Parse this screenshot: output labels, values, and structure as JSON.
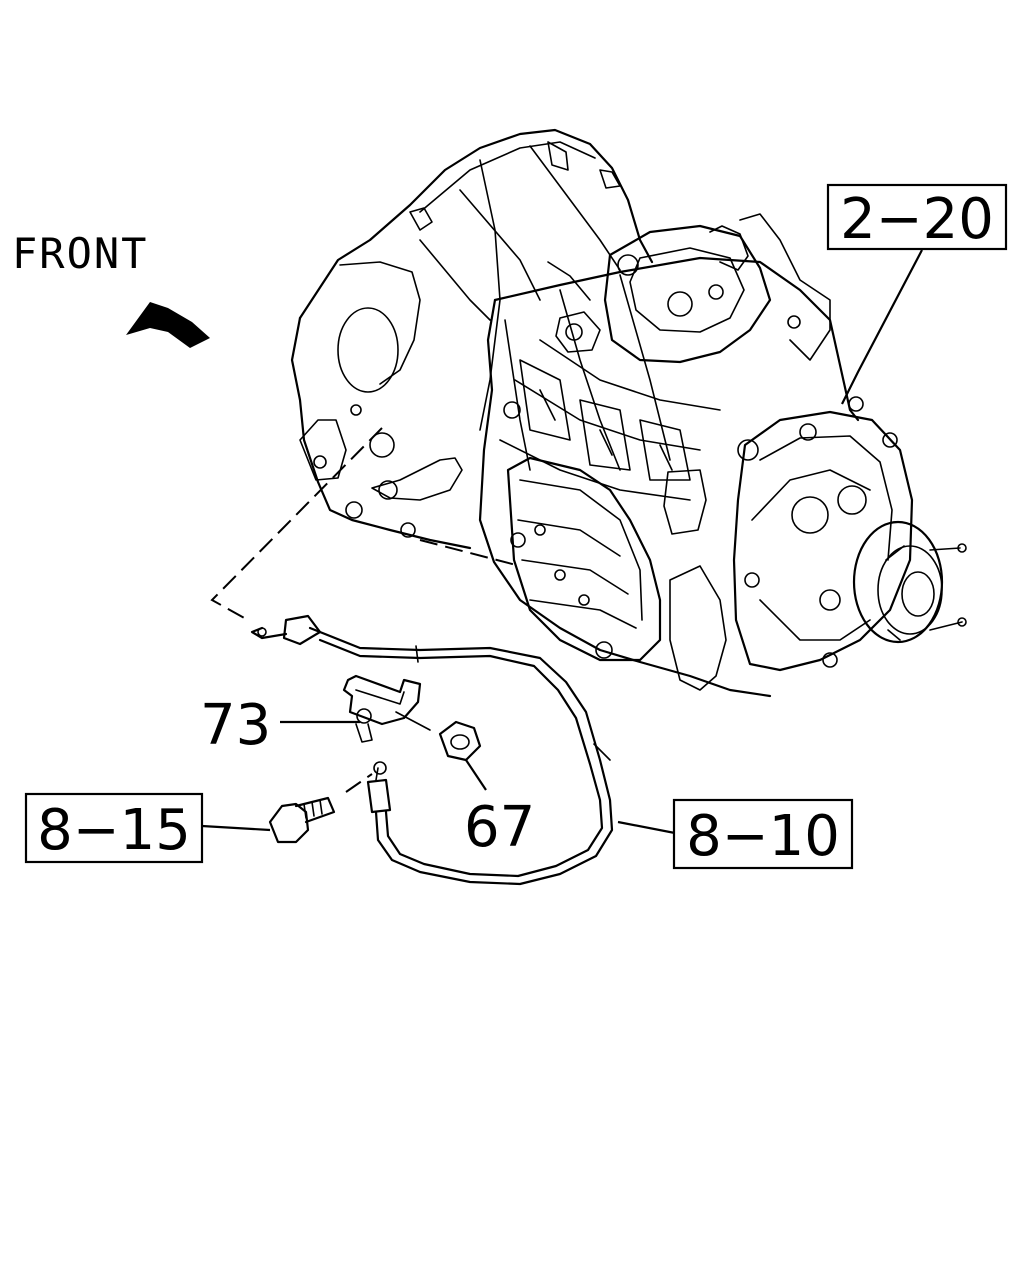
{
  "orientation": {
    "label": "FRONT",
    "arrow_icon": "arrow-up-left-icon"
  },
  "callouts": {
    "ref_2_20": "2−20",
    "ref_8_10": "8−10",
    "ref_8_15": "8−15",
    "part_73": "73",
    "part_67": "67"
  },
  "colors": {
    "line": "#000000",
    "background": "#ffffff"
  }
}
